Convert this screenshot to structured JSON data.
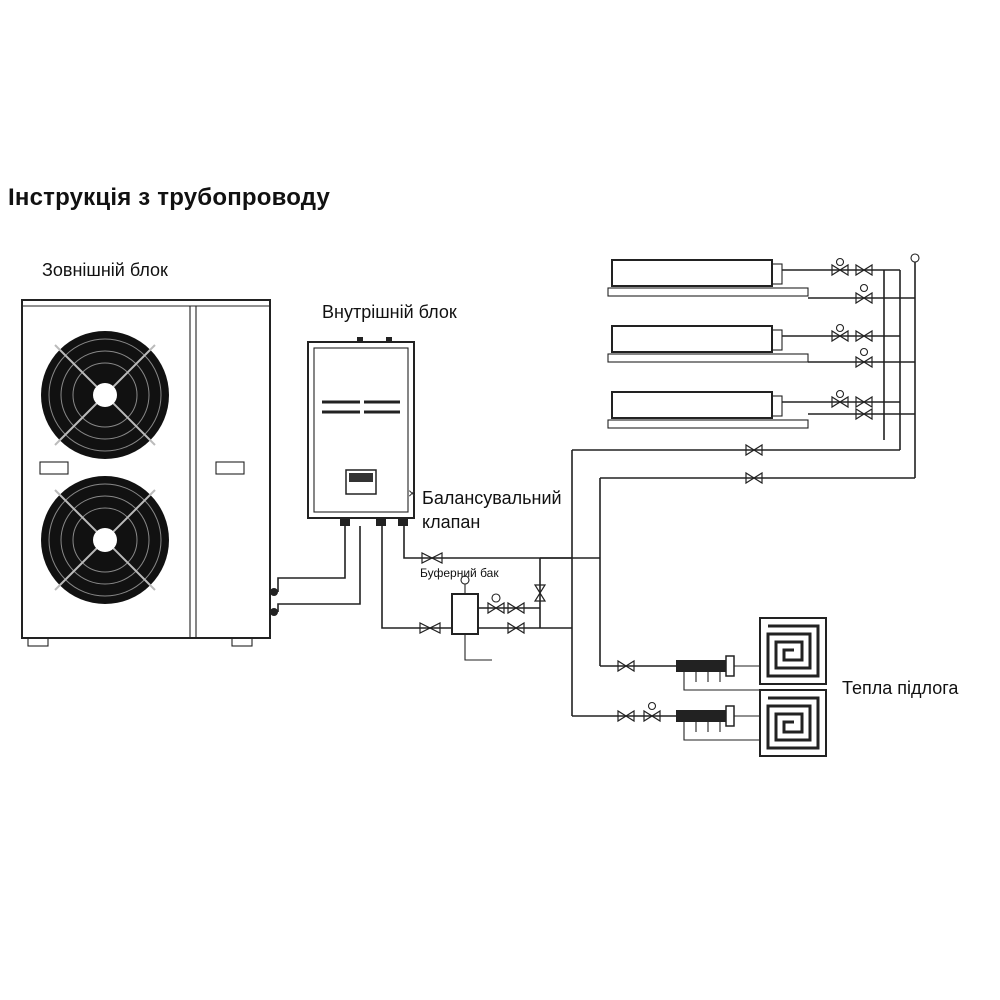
{
  "title": "Інструкція з трубопроводу",
  "labels": {
    "outdoor_unit": "Зовнішній блок",
    "indoor_unit": "Внутрішній блок",
    "balance_valve": "Балансувальний клапан",
    "buffer_tank": "Буферний бак",
    "floor_heating": "Тепла підлога"
  },
  "icons": {
    "fan": "fan-icon",
    "valve": "valve-icon",
    "gauge": "gauge-icon",
    "manifold": "manifold-icon",
    "floor_coil": "floor-coil-icon",
    "fan_coil": "fan-coil-unit-icon"
  },
  "colors": {
    "line": "#222222",
    "background": "#ffffff"
  }
}
